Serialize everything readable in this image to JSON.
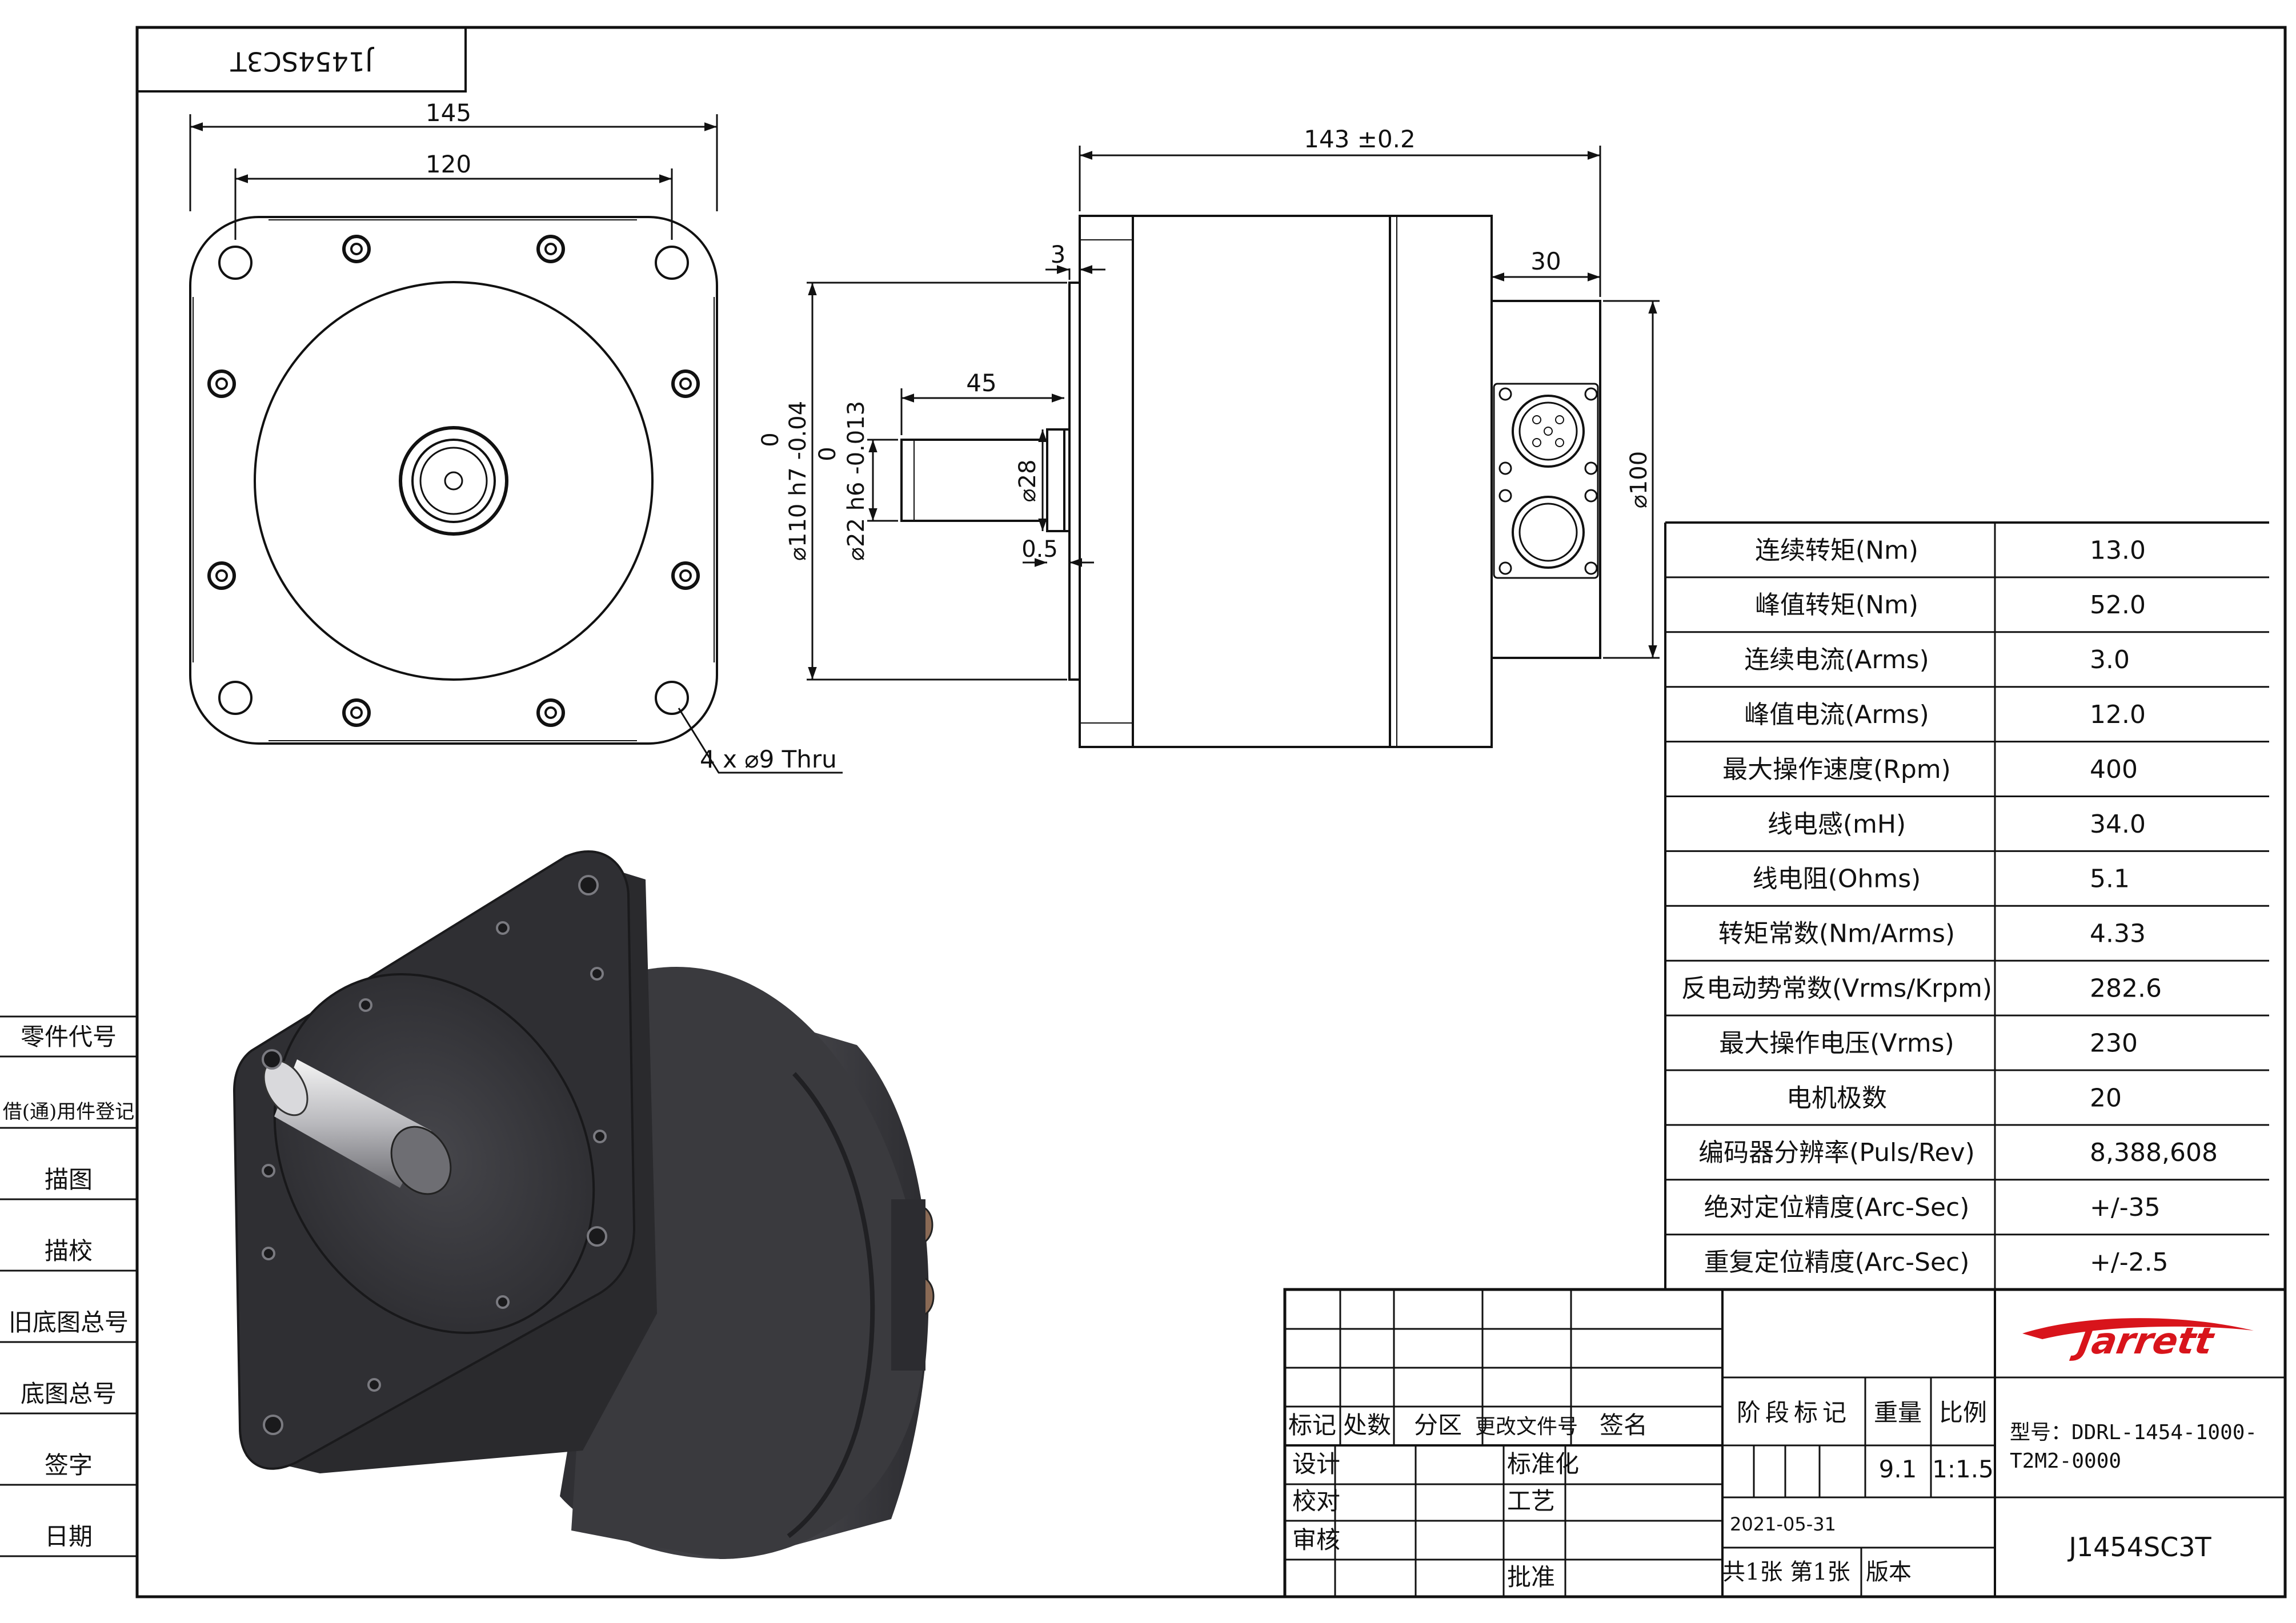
{
  "header": {
    "mirrored_part_no": "J1454SC3T"
  },
  "front_view": {
    "overall_width": "145",
    "bolt_spacing": "120",
    "hole_callout": "4 x ⌀9 Thru"
  },
  "side_view": {
    "body_length": "143 ±0.2",
    "flange_thickness": "3",
    "connector_length": "30",
    "shaft_length": "45",
    "pilot_dia_line1": "0",
    "pilot_dia_line2": "⌀110 h7 -0.04",
    "shaft_dia_line1": "0",
    "shaft_dia_line2": "⌀22 h6 -0.013",
    "shaft_step_dia": "⌀28",
    "step_gap": "0.5",
    "body_dia": "⌀100"
  },
  "spec_table": {
    "rows": [
      {
        "label": "连续转矩(Nm)",
        "value": "13.0"
      },
      {
        "label": "峰值转矩(Nm)",
        "value": "52.0"
      },
      {
        "label": "连续电流(Arms)",
        "value": "3.0"
      },
      {
        "label": "峰值电流(Arms)",
        "value": "12.0"
      },
      {
        "label": "最大操作速度(Rpm)",
        "value": "400"
      },
      {
        "label": "线电感(mH)",
        "value": "34.0"
      },
      {
        "label": "线电阻(Ohms)",
        "value": "5.1"
      },
      {
        "label": "转矩常数(Nm/Arms)",
        "value": "4.33"
      },
      {
        "label": "反电动势常数(Vrms/Krpm)",
        "value": "282.6"
      },
      {
        "label": "最大操作电压(Vrms)",
        "value": "230"
      },
      {
        "label": "电机极数",
        "value": "20"
      },
      {
        "label": "编码器分辨率(Puls/Rev)",
        "value": "8,388,608"
      },
      {
        "label": "绝对定位精度(Arc-Sec)",
        "value": "+/-35"
      },
      {
        "label": "重复定位精度(Arc-Sec)",
        "value": "+/-2.5"
      }
    ]
  },
  "left_margin": {
    "labels": [
      "零件代号",
      "借(通)用件登记",
      "描图",
      "描校",
      "旧底图总号",
      "底图总号",
      "签字",
      "日期"
    ]
  },
  "title_block": {
    "rev_headers": [
      "标记",
      "处数",
      "分区",
      "更改文件号",
      "签名"
    ],
    "design": "设计",
    "standardize": "标准化",
    "check": "校对",
    "process": "工艺",
    "review": "审核",
    "approve": "批准",
    "stage_mark": "阶段标记",
    "weight_label": "重量",
    "scale_label": "比例",
    "weight": "9.1",
    "scale": "1:1.5",
    "date": "2021-05-31",
    "sheet_info": "共1张 第1张",
    "version_label": "版本",
    "model_line1": "型号：DDRL-1454-1000-",
    "model_line2": "T2M2-0000",
    "drawing_no": "J1454SC3T",
    "logo_text": "Jarrett"
  },
  "colors": {
    "line": "#111111",
    "logo_red": "#d8141b",
    "body_dark": "#3a3a3e"
  }
}
